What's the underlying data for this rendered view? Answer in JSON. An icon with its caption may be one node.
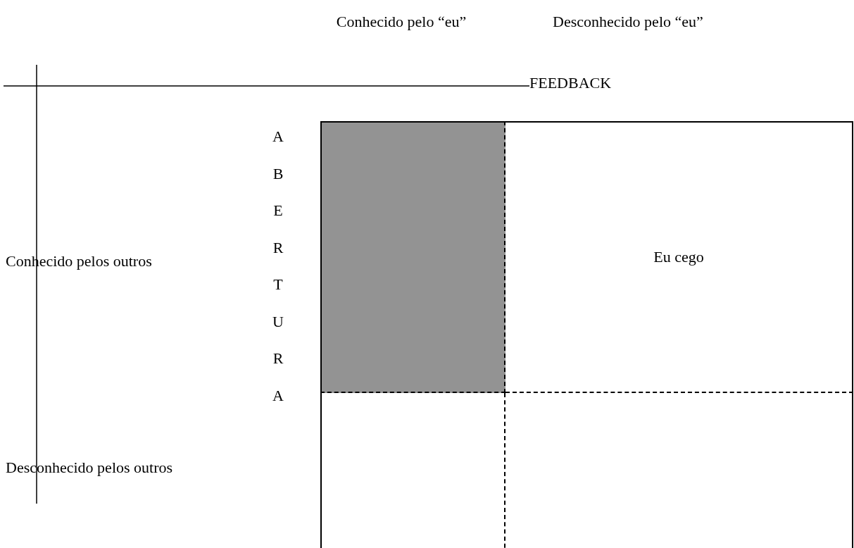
{
  "diagram": {
    "nodes": [
      {
        "text": [],
        "shape": "box"
      },
      {
        "text": [
          "Eu cego"
        ]
      },
      {
        "text": [],
        "shape": "box"
      },
      {
        "text": [],
        "shape": "box"
      }
    ],
    "edges": [],
    "labels": [
      "Conhecido pelo “eu”",
      "Desconhecido pelo “eu”",
      "FEEDBACK",
      "ABERTURA",
      "Conhecido pelos outros",
      "Desconhecido pelos outros"
    ]
  }
}
